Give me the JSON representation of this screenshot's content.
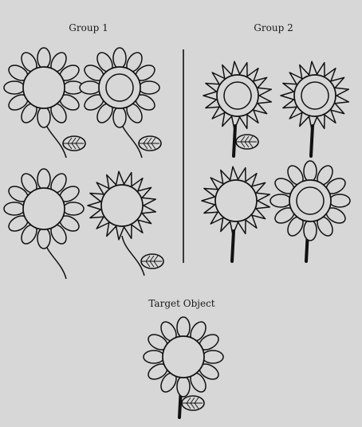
{
  "groups": [
    {
      "label": "Group 1",
      "flowers": [
        {
          "petals": "rounded",
          "center": "single",
          "stem": "curved-thin",
          "leaf": true
        },
        {
          "petals": "rounded",
          "center": "double",
          "stem": "curved-thin",
          "leaf": true
        },
        {
          "petals": "rounded",
          "center": "single",
          "stem": "curved-thin",
          "leaf": false
        },
        {
          "petals": "spiky",
          "center": "single",
          "stem": "curved-thin",
          "leaf": true
        }
      ]
    },
    {
      "label": "Group 2",
      "flowers": [
        {
          "petals": "spiky",
          "center": "double",
          "stem": "straight-thick",
          "leaf": true
        },
        {
          "petals": "spiky",
          "center": "double",
          "stem": "straight-thick",
          "leaf": false
        },
        {
          "petals": "spiky",
          "center": "single",
          "stem": "straight-thick",
          "leaf": false
        },
        {
          "petals": "rounded",
          "center": "double",
          "stem": "straight-thick",
          "leaf": false
        }
      ]
    }
  ],
  "target": {
    "label": "Target Object",
    "petals": "rounded",
    "center": "single",
    "stem": "straight-thick",
    "leaf": true
  },
  "colors": {
    "background": "#d7d7d7",
    "ink": "#111111"
  }
}
